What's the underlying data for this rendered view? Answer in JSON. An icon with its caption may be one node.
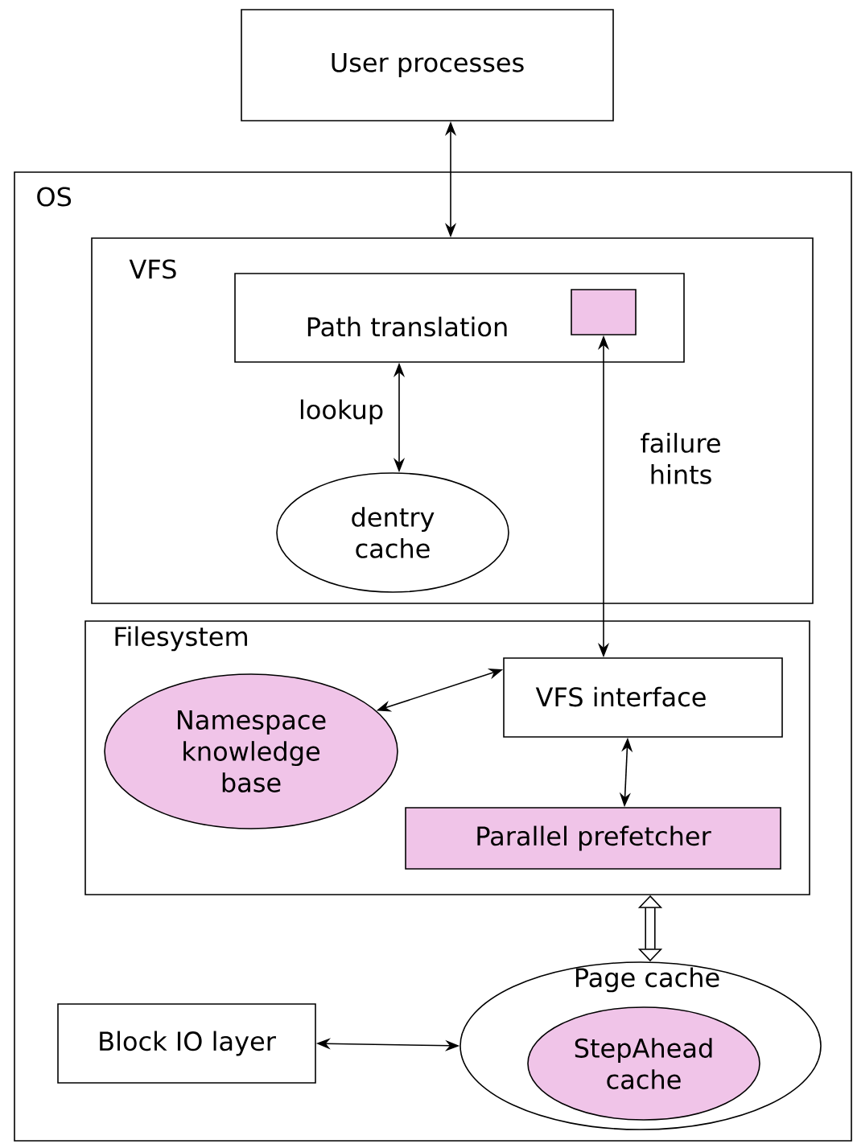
{
  "diagram": {
    "nodes": [
      {
        "text": [
          "User processes"
        ]
      },
      {
        "text": [
          "OS"
        ]
      },
      {
        "text": [
          "VFS"
        ],
        "in": 1
      },
      {
        "text": [
          "Path translation"
        ],
        "in": 2
      },
      {
        "text": [],
        "shape": "box",
        "in": 3
      },
      {
        "text": [
          "dentry cache"
        ],
        "in": 2
      },
      {
        "text": [
          "Filesystem"
        ],
        "in": 1
      },
      {
        "text": [
          "Namespace knowledge base"
        ],
        "in": 6
      },
      {
        "text": [
          "VFS interface"
        ],
        "in": 6
      },
      {
        "text": [
          "Parallel prefetcher"
        ],
        "in": 6
      },
      {
        "text": [
          "Block IO layer"
        ],
        "in": 1
      },
      {
        "text": [
          "Page cache"
        ],
        "in": 1
      },
      {
        "text": [
          "StepAhead cache"
        ],
        "in": 11
      }
    ],
    "edges": [
      {
        "from": 0,
        "to": 2,
        "arrow": "both"
      },
      {
        "from": 3,
        "to": 5,
        "arrow": "both",
        "label": "lookup"
      },
      {
        "from": 4,
        "to": 8,
        "arrow": "both",
        "label": "failure hints"
      },
      {
        "from": 7,
        "to": 8,
        "arrow": "both"
      },
      {
        "from": 8,
        "to": 9,
        "arrow": "both"
      },
      {
        "from": 6,
        "to": 11,
        "arrow": "both",
        "style": "thick"
      },
      {
        "from": 10,
        "to": 11,
        "arrow": "both"
      }
    ]
  }
}
